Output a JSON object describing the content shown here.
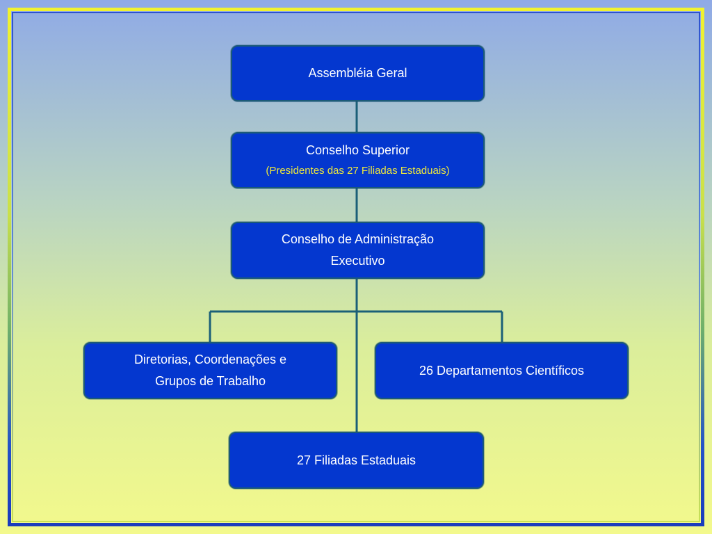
{
  "nodes": {
    "assembleia": {
      "label": "Assembléia Geral"
    },
    "superior": {
      "label": "Conselho Superior",
      "sublabel": "(Presidentes das 27 Filiadas Estaduais)"
    },
    "admin": {
      "line1": "Conselho de Administração",
      "line2": "Executivo"
    },
    "diretorias": {
      "line1": "Diretorias, Coordenações e",
      "line2": "Grupos de Trabalho"
    },
    "departamentos": {
      "label": "26 Departamentos Científicos"
    },
    "filiadas": {
      "label": "27 Filiadas Estaduais"
    }
  },
  "colors": {
    "box_fill": "#0437cf",
    "box_border": "#1b5a78",
    "connector": "#1b5f78",
    "text": "#ffffff",
    "sublabel_text": "#f0e93a"
  }
}
